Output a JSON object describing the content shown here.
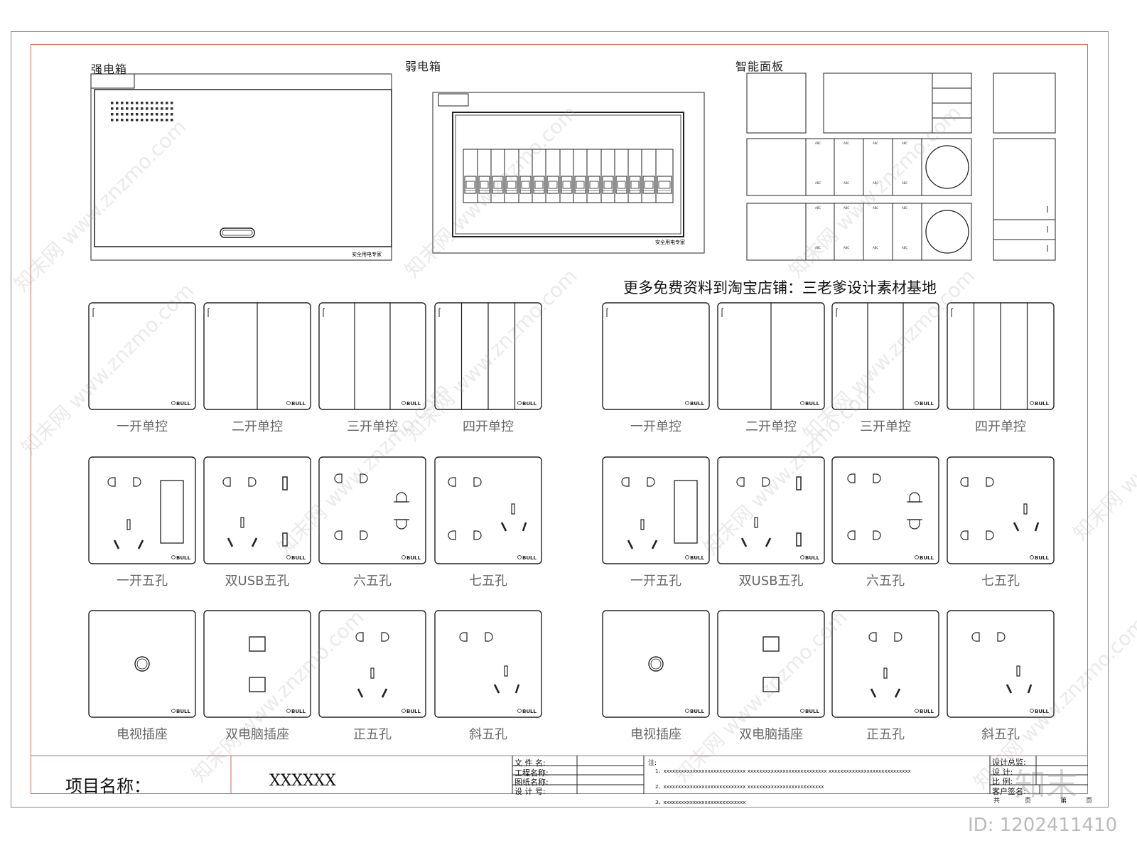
{
  "sections": {
    "strong_box": "强电箱",
    "weak_box": "弱电箱",
    "smart_panel": "智能面板"
  },
  "box_brand_text": "安全用电专家",
  "promo": "更多免费资料到淘宝店铺：三老爹设计素材基地",
  "brand": "BULL",
  "switch_labels": [
    "一开单控",
    "二开单控",
    "三开单控",
    "四开单控"
  ],
  "socket_labels": [
    "一开五孔",
    "双USB五孔",
    "六五孔",
    "七五孔"
  ],
  "misc_labels": [
    "电视插座",
    "双电脑插座",
    "正五孔",
    "斜五孔"
  ],
  "title_block": {
    "project_label": "项目名称：",
    "project_value": "XXXXXX",
    "fields": [
      "文 件 名:",
      "工程名称:",
      "图纸名称:",
      "设 计 号:"
    ],
    "note_title": "注:",
    "notes": [
      "1、xxxxxxxxxxxxxxxxxxxxxxxxxxxx     xxxxxxxxxxxxxxxxxxxxxxxxxxx     xxxxxxxxxxxxxxxxxxxxxxxxxxxx",
      "2、xxxxxxxxxxxxxxxxxxxxxxxxxxxx     xxxxxxxxxxxxxxxxxxxxxxxxxx",
      "3、xxxxxxxxxxxxxxxxxxxxxxxxxxxx"
    ],
    "right_fields": [
      "设计总监:",
      "设    计:",
      "比    例:",
      "客户签名:"
    ],
    "footer": [
      "共",
      "页",
      "第",
      "页"
    ]
  },
  "smart_tiny_label": "ABC",
  "watermark_text": "知末网 www.znzmo.com",
  "logo_text": "知末",
  "image_id": "ID: 1202411410"
}
